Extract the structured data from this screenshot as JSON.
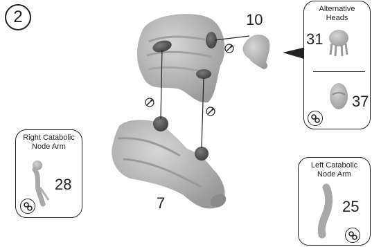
{
  "step": {
    "number": "2"
  },
  "parts": {
    "body": "7",
    "main_head": "10"
  },
  "callouts": {
    "alternative_heads": {
      "title": "Alternative Heads",
      "head_a": "31",
      "head_b": "37"
    },
    "right_arm": {
      "title": "Right Catabolic Node Arm",
      "number": "28"
    },
    "left_arm": {
      "title": "Left Catabolic Node Arm",
      "number": "25"
    }
  },
  "icons": {
    "glue_icon": "glue-drop-icon",
    "options_icon": "gears-icon"
  },
  "colors": {
    "model_grey": "#b5b5b5",
    "joint_dark": "#5a5a5a",
    "line": "#222222"
  }
}
